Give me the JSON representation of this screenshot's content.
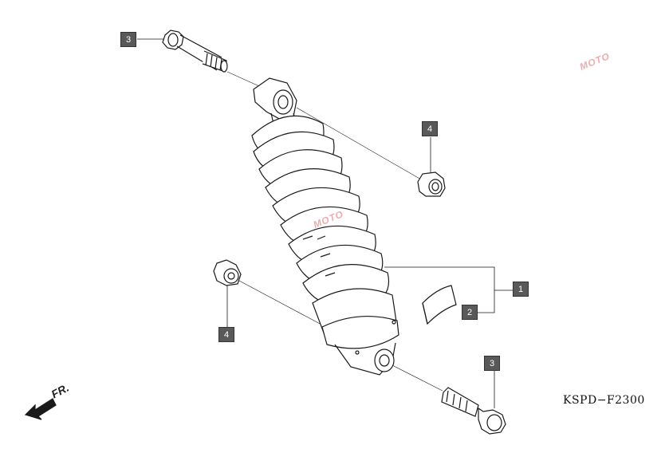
{
  "drawing_code": "KSPD−F2300",
  "front_marker": "FR.",
  "watermark_text": "MOTO",
  "callouts": {
    "shock": "1",
    "label_sticker": "2",
    "upper_bolt": "3",
    "lower_bolt": "3",
    "upper_nut": "4",
    "lower_nut": "4"
  },
  "colors": {
    "line": "#1a1a1a",
    "callout_bg": "#595959",
    "watermark": "#e46a6a"
  }
}
